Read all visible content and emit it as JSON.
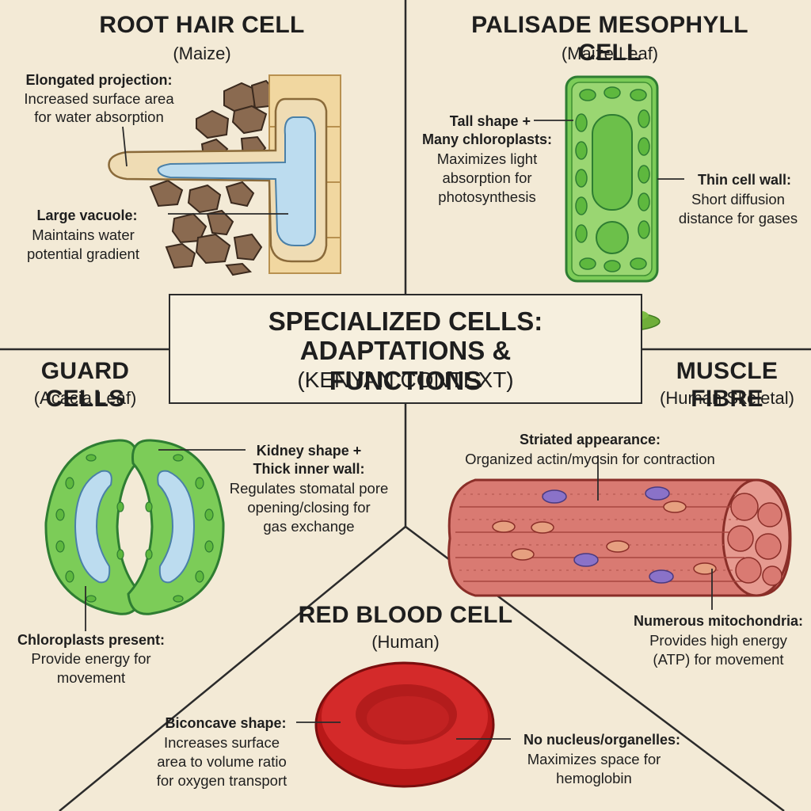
{
  "center": {
    "title_line1": "SPECIALIZED CELLS:",
    "title_line2": "ADAPTATIONS & FUNCTIONS",
    "subtitle": "(KENYAN CONTEXT)",
    "left_icon": "maize-plant-icon",
    "right_icon": "acacia-tree-icon"
  },
  "root_hair": {
    "title": "ROOT HAIR CELL",
    "subtitle": "(Maize)",
    "label1_bold": "Elongated projection:",
    "label1_line1": "Increased surface area",
    "label1_line2": "for water absorption",
    "label2_bold": "Large vacuole:",
    "label2_line1": "Maintains water",
    "label2_line2": "potential gradient"
  },
  "palisade": {
    "title": "PALISADE MESOPHYLL CELL",
    "subtitle": "(Maize Leaf)",
    "label1_bold1": "Tall shape +",
    "label1_bold2": "Many chloroplasts:",
    "label1_line1": "Maximizes light",
    "label1_line2": "absorption for",
    "label1_line3": "photosynthesis",
    "label2_bold": "Thin cell wall:",
    "label2_line1": "Short diffusion",
    "label2_line2": "distance for gases"
  },
  "guard": {
    "title": "GUARD CELLS",
    "subtitle": "(Acacia Leaf)",
    "label1_bold1": "Kidney shape +",
    "label1_bold2": "Thick inner wall:",
    "label1_line1": "Regulates stomatal pore",
    "label1_line2": "opening/closing for",
    "label1_line3": "gas exchange",
    "label2_bold": "Chloroplasts present:",
    "label2_line1": "Provide energy for",
    "label2_line2": "movement"
  },
  "muscle": {
    "title": "MUSCLE FIBRE",
    "subtitle": "(Human Skeletal)",
    "label1_bold": "Striated appearance:",
    "label1_line1": "Organized actin/myosin for contraction",
    "label2_bold": "Numerous mitochondria:",
    "label2_line1": "Provides high energy",
    "label2_line2": "(ATP) for movement"
  },
  "rbc": {
    "title": "RED BLOOD CELL",
    "subtitle": "(Human)",
    "label1_bold": "Biconcave shape:",
    "label1_line1": "Increases surface",
    "label1_line2": "area to volume ratio",
    "label1_line3": "for oxygen transport",
    "label2_bold": "No nucleus/organelles:",
    "label2_line1": "Maximizes space for",
    "label2_line2": "hemoglobin"
  },
  "colors": {
    "background": "#f3ead6",
    "line": "#2b2b2b",
    "cell_green": "#6cc04a",
    "cell_green_dark": "#2e7d32",
    "vacuole_blue": "#bcdcef",
    "soil_brown": "#8a6a50",
    "muscle_red": "#d97a72",
    "rbc_red": "#cc2222"
  }
}
